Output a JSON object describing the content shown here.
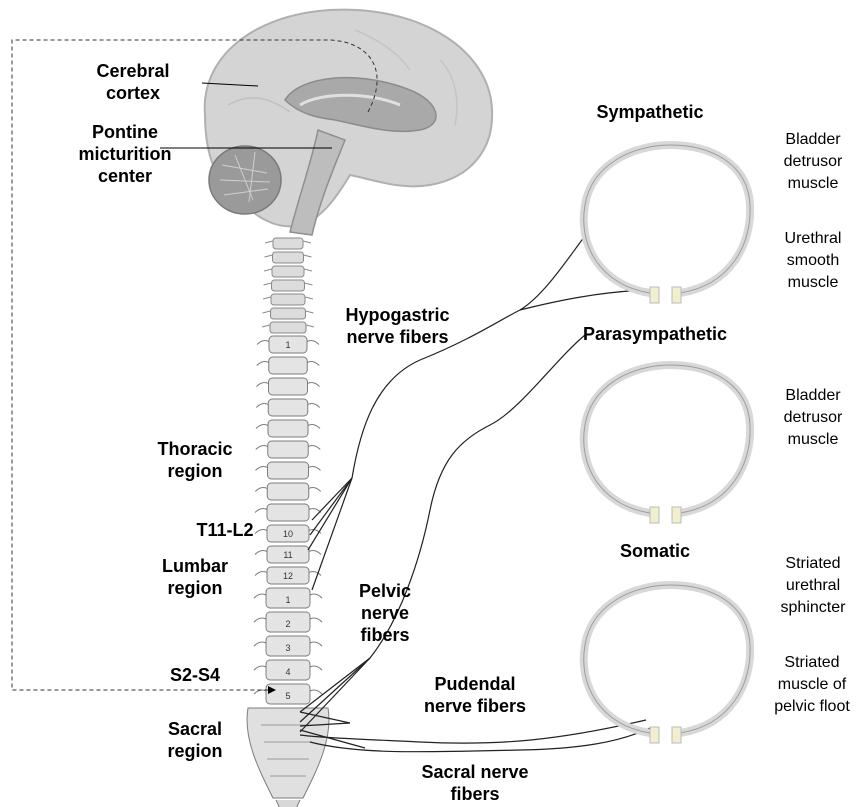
{
  "labels": {
    "cerebral_cortex": [
      "Cerebral",
      "cortex"
    ],
    "pontine": [
      "Pontine",
      "micturition",
      "center"
    ],
    "hypogastric": [
      "Hypogastric",
      "nerve fibers"
    ],
    "thoracic": [
      "Thoracic",
      "region"
    ],
    "t11_l2": "T11-L2",
    "lumbar": [
      "Lumbar",
      "region"
    ],
    "pelvic": [
      "Pelvic",
      "nerve",
      "fibers"
    ],
    "s2_s4": "S2-S4",
    "sacral_region": [
      "Sacral",
      "region"
    ],
    "pudendal": [
      "Pudendal",
      "nerve fibers"
    ],
    "sacral_nerve": [
      "Sacral nerve",
      "fibers"
    ]
  },
  "panels": [
    {
      "title": "Sympathetic",
      "targets": [
        [
          "Bladder",
          "detrusor",
          "muscle"
        ],
        [
          "Urethral",
          "smooth",
          "muscle"
        ]
      ]
    },
    {
      "title": "Parasympathetic",
      "targets": [
        [
          "Bladder",
          "detrusor",
          "muscle"
        ]
      ]
    },
    {
      "title": "Somatic",
      "targets": [
        [
          "Striated",
          "urethral",
          "sphincter"
        ],
        [
          "Striated",
          "muscle of",
          "pelvic floot"
        ]
      ]
    }
  ],
  "vertebra_numbers": [
    "1",
    "",
    "",
    "",
    "",
    "",
    "",
    "",
    "",
    "10",
    "11",
    "12",
    "1",
    "2",
    "3",
    "4",
    "5"
  ]
}
